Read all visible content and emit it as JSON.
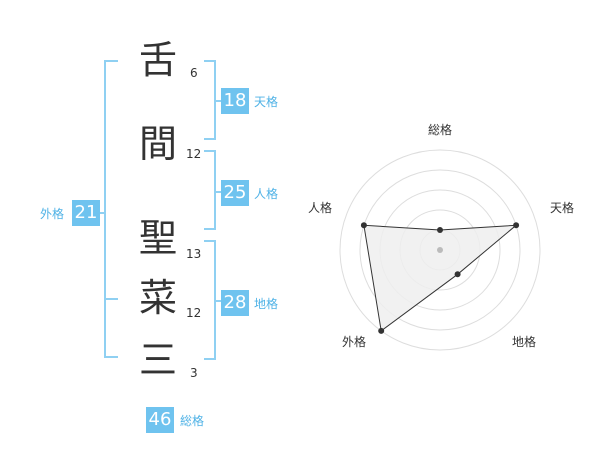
{
  "name": {
    "characters": [
      {
        "char": "舌",
        "strokes": "6"
      },
      {
        "char": "間",
        "strokes": "12"
      },
      {
        "char": "聖",
        "strokes": "13"
      },
      {
        "char": "菜",
        "strokes": "12"
      },
      {
        "char": "三",
        "strokes": "3"
      }
    ]
  },
  "scores": {
    "tenkaku": {
      "value": "18",
      "label": "天格"
    },
    "jinkaku": {
      "value": "25",
      "label": "人格"
    },
    "chikaku": {
      "value": "28",
      "label": "地格"
    },
    "gaikaku": {
      "value": "21",
      "label": "外格"
    },
    "soukaku": {
      "value": "46",
      "label": "総格"
    }
  },
  "radar": {
    "axes": [
      "総格",
      "天格",
      "地格",
      "外格",
      "人格"
    ],
    "levels": 5,
    "values": [
      1,
      4,
      1.5,
      5,
      4
    ],
    "colors": {
      "grid": "#dddddd",
      "fill": "#eeeeee",
      "line": "#333333",
      "point": "#333333",
      "center": "#bbbbbb"
    }
  },
  "colors": {
    "accent": "#6fc3ef",
    "bracket": "#8fd0f2",
    "label": "#4fb2e6"
  }
}
